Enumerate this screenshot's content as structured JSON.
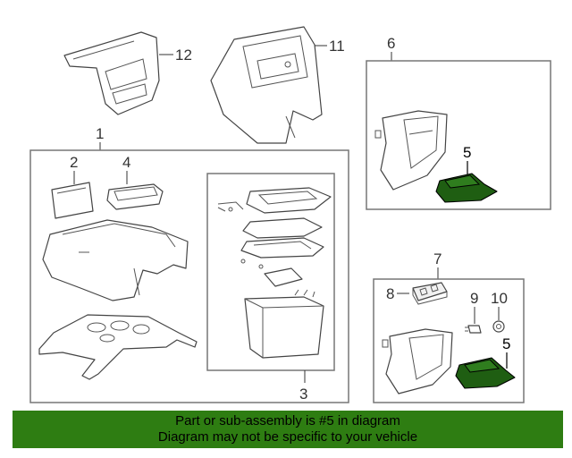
{
  "callouts": {
    "c1": "1",
    "c2": "2",
    "c3": "3",
    "c4": "4",
    "c5a": "5",
    "c5b": "5",
    "c6": "6",
    "c7": "7",
    "c8": "8",
    "c9": "9",
    "c10": "10",
    "c11": "11",
    "c12": "12"
  },
  "banner": {
    "line1": "Part or sub-assembly is #5 in diagram",
    "line2": "Diagram may not be specific to your vehicle"
  },
  "colors": {
    "highlight_part": "#1f5e12",
    "banner_background": "#2e7d12"
  }
}
